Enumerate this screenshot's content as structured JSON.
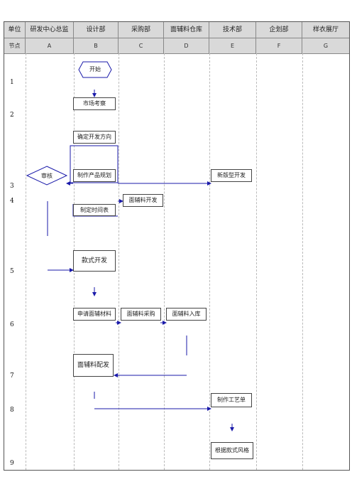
{
  "columns": [
    {
      "unit": "单位",
      "node": "节点"
    },
    {
      "unit": "研发中心总监",
      "node": "A"
    },
    {
      "unit": "设计部",
      "node": "B"
    },
    {
      "unit": "采购部",
      "node": "C"
    },
    {
      "unit": "面辅料仓库",
      "node": "D"
    },
    {
      "unit": "技术部",
      "node": "E"
    },
    {
      "unit": "企划部",
      "node": "F"
    },
    {
      "unit": "样衣展厅",
      "node": "G"
    }
  ],
  "rows": [
    "1",
    "2",
    "3",
    "4",
    "5",
    "6",
    "7",
    "8",
    "9"
  ],
  "nodes": {
    "start": "开始",
    "market_research": "市场考察",
    "direction": "确定开发方向",
    "audit": "审核",
    "plan": "制作产品规划",
    "pattern_dev": "新版型开发",
    "material_dev": "面辅料开发",
    "schedule": "制定时间表",
    "style_dev": "款式开发",
    "apply_material": "申请面辅材料",
    "purchase": "面辅料采购",
    "warehouse_in": "面辅料入库",
    "distribute": "面辅料配发",
    "process_sheet": "制作工艺单",
    "sample": "根据款式风格"
  },
  "colors": {
    "arrow": "#1a1aaa",
    "header": "#d9d9d9"
  }
}
